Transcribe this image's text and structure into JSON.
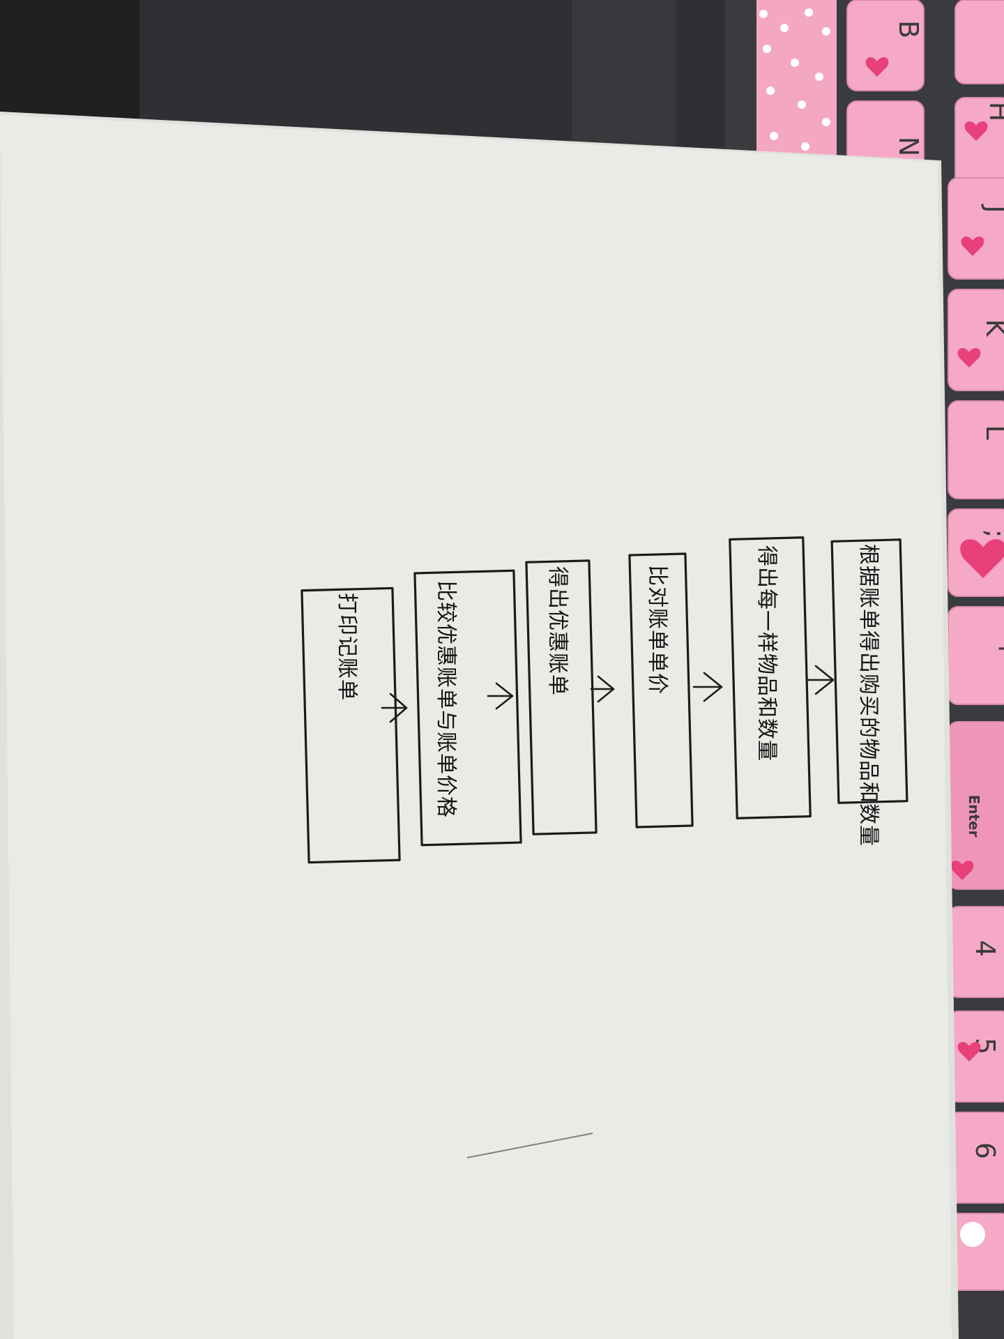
{
  "keyboard": {
    "keys": [
      "B",
      "N",
      "H",
      "J",
      "K",
      "L",
      ";",
      "'",
      "Enter",
      "4",
      "5",
      "6"
    ]
  },
  "flowchart": {
    "steps": [
      "根据账单得出购买的物品和数量",
      "得出每一样物品和数量",
      "比对账单单价",
      "得出优惠账单",
      "比较优惠账单与账单价格",
      "打印记账单"
    ]
  },
  "colors": {
    "paper": "#e9ebe6",
    "keyboard_pink": "#f5a9c6",
    "heart": "#e8407a",
    "ink": "#1b1b1b"
  }
}
